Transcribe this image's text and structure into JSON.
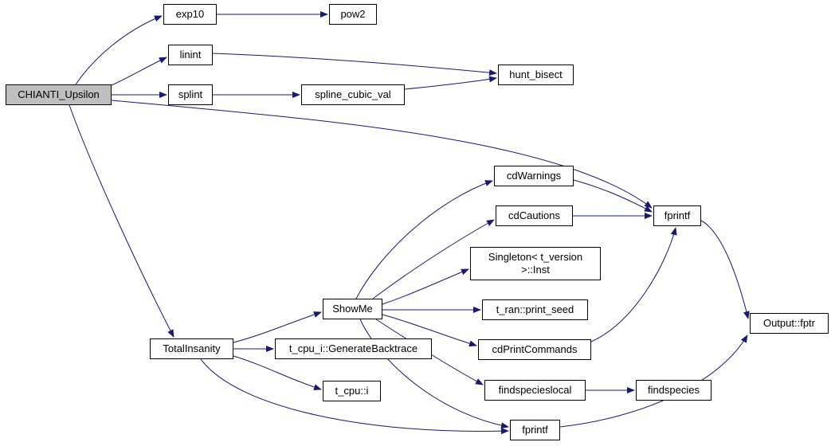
{
  "diagram": {
    "type": "call-graph",
    "edge_color": "#191970",
    "node_border_color": "#000000",
    "node_fill": "#ffffff",
    "highlight_fill": "#bfbfbf",
    "nodes": [
      {
        "id": "chianti-upsilon",
        "label": "CHIANTI_Upsilon",
        "highlighted": true
      },
      {
        "id": "exp10",
        "label": "exp10"
      },
      {
        "id": "pow2",
        "label": "pow2"
      },
      {
        "id": "linint",
        "label": "linint"
      },
      {
        "id": "splint",
        "label": "splint"
      },
      {
        "id": "spline-cubic-val",
        "label": "spline_cubic_val"
      },
      {
        "id": "hunt-bisect",
        "label": "hunt_bisect"
      },
      {
        "id": "cdwarnings",
        "label": "cdWarnings"
      },
      {
        "id": "cdcautions",
        "label": "cdCautions"
      },
      {
        "id": "fprintf-right",
        "label": "fprintf"
      },
      {
        "id": "singleton-inst",
        "label": "Singleton< t_version >::Inst"
      },
      {
        "id": "showme",
        "label": "ShowMe"
      },
      {
        "id": "t-ran-print-seed",
        "label": "t_ran::print_seed"
      },
      {
        "id": "cdprintcommands",
        "label": "cdPrintCommands"
      },
      {
        "id": "totalinsanity",
        "label": "TotalInsanity"
      },
      {
        "id": "t-cpu-i-generatebacktrace",
        "label": "t_cpu_i::GenerateBacktrace"
      },
      {
        "id": "t-cpu-i",
        "label": "t_cpu::i"
      },
      {
        "id": "findspecieslocal",
        "label": "findspecieslocal"
      },
      {
        "id": "findspecies",
        "label": "findspecies"
      },
      {
        "id": "output-fptr",
        "label": "Output::fptr"
      },
      {
        "id": "fprintf-bottom",
        "label": "fprintf"
      }
    ],
    "edges": [
      {
        "from": "chianti-upsilon",
        "to": "exp10"
      },
      {
        "from": "chianti-upsilon",
        "to": "linint"
      },
      {
        "from": "chianti-upsilon",
        "to": "splint"
      },
      {
        "from": "chianti-upsilon",
        "to": "fprintf-right"
      },
      {
        "from": "chianti-upsilon",
        "to": "totalinsanity"
      },
      {
        "from": "exp10",
        "to": "pow2"
      },
      {
        "from": "linint",
        "to": "hunt-bisect"
      },
      {
        "from": "splint",
        "to": "spline-cubic-val"
      },
      {
        "from": "spline-cubic-val",
        "to": "hunt-bisect"
      },
      {
        "from": "totalinsanity",
        "to": "showme"
      },
      {
        "from": "totalinsanity",
        "to": "t-cpu-i-generatebacktrace"
      },
      {
        "from": "totalinsanity",
        "to": "t-cpu-i"
      },
      {
        "from": "totalinsanity",
        "to": "fprintf-bottom"
      },
      {
        "from": "showme",
        "to": "cdwarnings"
      },
      {
        "from": "showme",
        "to": "cdcautions"
      },
      {
        "from": "showme",
        "to": "singleton-inst"
      },
      {
        "from": "showme",
        "to": "t-ran-print-seed"
      },
      {
        "from": "showme",
        "to": "cdprintcommands"
      },
      {
        "from": "showme",
        "to": "findspecieslocal"
      },
      {
        "from": "showme",
        "to": "fprintf-bottom"
      },
      {
        "from": "cdwarnings",
        "to": "fprintf-right"
      },
      {
        "from": "cdcautions",
        "to": "fprintf-right"
      },
      {
        "from": "cdprintcommands",
        "to": "fprintf-right"
      },
      {
        "from": "findspecieslocal",
        "to": "findspecies"
      },
      {
        "from": "fprintf-right",
        "to": "output-fptr"
      },
      {
        "from": "fprintf-bottom",
        "to": "output-fptr"
      }
    ]
  }
}
